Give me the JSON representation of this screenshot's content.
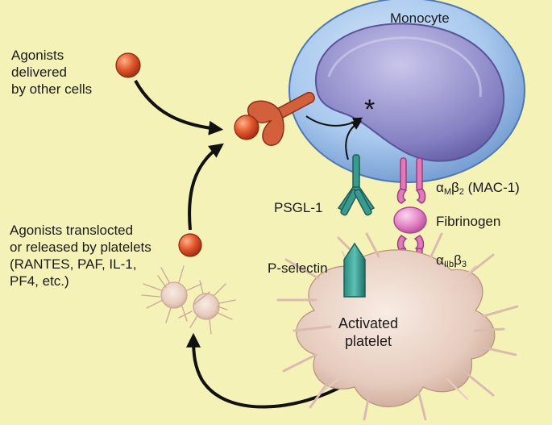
{
  "labels": {
    "monocyte": "Monocyte",
    "agonists_other": "Agonists\ndelivered\nby other cells",
    "agonists_platelets": "Agonists translocted\nor released by platelets\n(RANTES, PAF, IL-1,\nPF4, etc.)",
    "psgl1": "PSGL-1",
    "p_selectin": "P-selectin",
    "fibrinogen": "Fibrinogen",
    "alpha": "α",
    "beta": "β",
    "mac1_sub_a": "M",
    "mac1_sub_b": "2",
    "mac1_suffix": " (MAC-1)",
    "iib_sub_a": "IIb",
    "iib_sub_b": "3",
    "activated_platelet": "Activated\nplatelet",
    "asterisk": "*"
  },
  "colors": {
    "background": "#f5f2b8",
    "monocyte_body": "#a9c9ee",
    "nucleus": "#8682c4",
    "agonist": "#d9532a",
    "receptor": "#d2603c",
    "psgl1": "#3b9a8e",
    "integrin": "#e07ab8",
    "platelet": "#e8cfc2"
  }
}
